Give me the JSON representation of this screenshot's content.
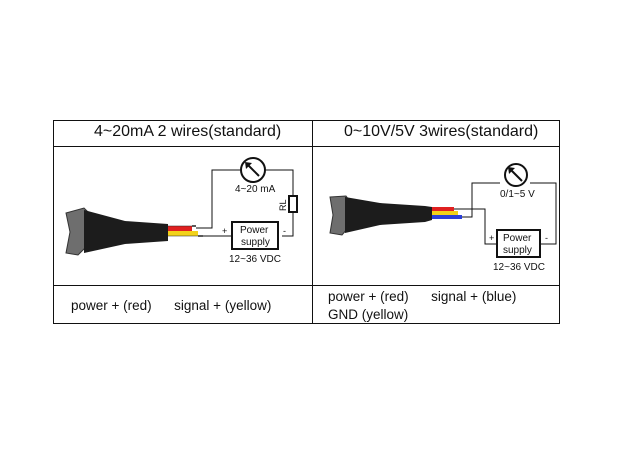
{
  "panels": [
    {
      "title": "4~20mA 2 wires(standard)",
      "meter_label": "4~20 mA",
      "load_label": "RL",
      "supply_label_line1": "Power",
      "supply_label_line2": "supply",
      "plus_sign": "+",
      "minus_sign": "-",
      "supply_voltage": "12~36 VDC",
      "legend_line1": "power + (red)      signal + (yellow)"
    },
    {
      "title": "0~10V/5V 3wires(standard)",
      "meter_label": "0/1~5 V",
      "supply_label_line1": "Power",
      "supply_label_line2": "supply",
      "plus_sign": "+",
      "minus_sign": "-",
      "supply_voltage": "12~36 VDC",
      "legend_line1": "power + (red)      signal + (blue)",
      "legend_line2": "GND (yellow)"
    }
  ],
  "colors": {
    "red": "#e02020",
    "yellow": "#f2d21a",
    "blue": "#2a3fd8",
    "cable": "#1c1c1c",
    "sensor_body": "#6e6e6e"
  }
}
